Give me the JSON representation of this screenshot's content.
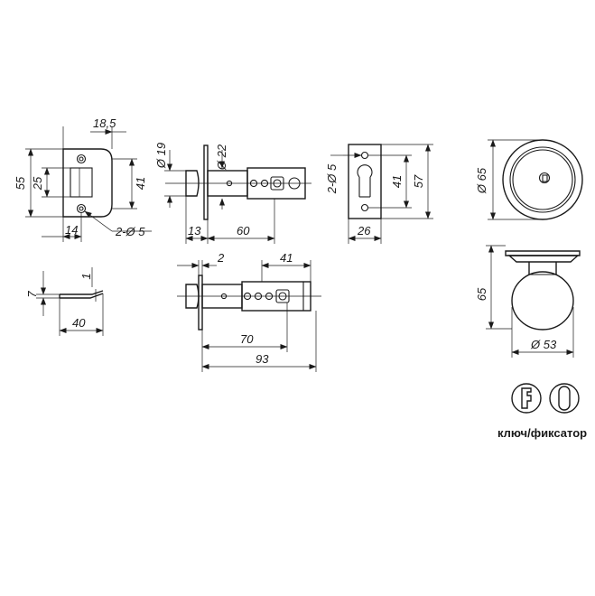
{
  "strike_plate": {
    "width": "18,5",
    "height": "55",
    "inner_height": "25",
    "hole_spacing": "41",
    "offset": "14",
    "holes": "2-Ø 5"
  },
  "strike_side": {
    "thickness": "7",
    "lip": "1",
    "length": "40"
  },
  "latch_side": {
    "dia_front": "Ø 19",
    "dia_plate": "Ø 22",
    "faceplate": "13",
    "backset": "60"
  },
  "latch_faceplate": {
    "holes": "2-Ø 5",
    "hole_spacing": "41",
    "height": "57",
    "width": "26"
  },
  "latch_long": {
    "plate": "2",
    "slot": "41",
    "backset": "70",
    "length": "93"
  },
  "knob": {
    "rose_dia": "Ø 65",
    "height": "65",
    "knob_dia": "Ø 53"
  },
  "function": {
    "label": "ключ/фиксатор",
    "icons": [
      "key-icon",
      "thumbturn-icon"
    ]
  }
}
